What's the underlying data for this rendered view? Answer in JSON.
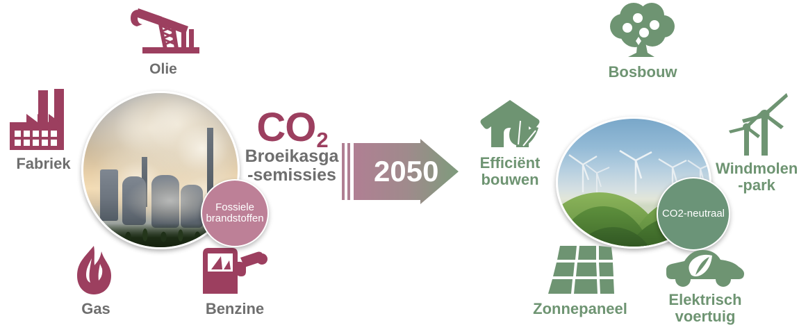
{
  "left_side": {
    "theme_color": "#9c3f5f",
    "label_color": "#6e6e6e",
    "icons": [
      {
        "id": "olie",
        "name": "oil-pumpjack-icon",
        "label": "Olie"
      },
      {
        "id": "fabriek",
        "name": "factory-icon",
        "label": "Fabriek"
      },
      {
        "id": "gas",
        "name": "flame-icon",
        "label": "Gas"
      },
      {
        "id": "benzine",
        "name": "fuel-pump-icon",
        "label": "Benzine"
      }
    ],
    "photo_alt": "coal power plant emitting smoke",
    "badge": {
      "text": "Fossiele\nbrandstoffen",
      "color": "#bd8097"
    },
    "emissions": {
      "formula": "CO",
      "subscript": "2",
      "caption": "Broeikasga\n-semissies"
    }
  },
  "transition": {
    "year": "2050",
    "gradient_from": "#b07f93",
    "gradient_to": "#7e9b7c"
  },
  "right_side": {
    "theme_color": "#6e9472",
    "label_color": "#6e9472",
    "icons": [
      {
        "id": "bosbouw",
        "name": "tree-icon",
        "label": "Bosbouw"
      },
      {
        "id": "efficient",
        "name": "eco-house-icon",
        "label": "Efficiënt\nbouwen"
      },
      {
        "id": "windmolen",
        "name": "wind-turbine-icon",
        "label": "Windmolen\n-park"
      },
      {
        "id": "zonnepaneel",
        "name": "solar-panel-icon",
        "label": "Zonnepaneel"
      },
      {
        "id": "elektrisch",
        "name": "electric-car-icon",
        "label": "Elektrisch\nvoertuig"
      }
    ],
    "photo_alt": "wind turbines on green hills",
    "badge": {
      "text": "CO2-neutraal",
      "color": "#6b9478"
    }
  }
}
